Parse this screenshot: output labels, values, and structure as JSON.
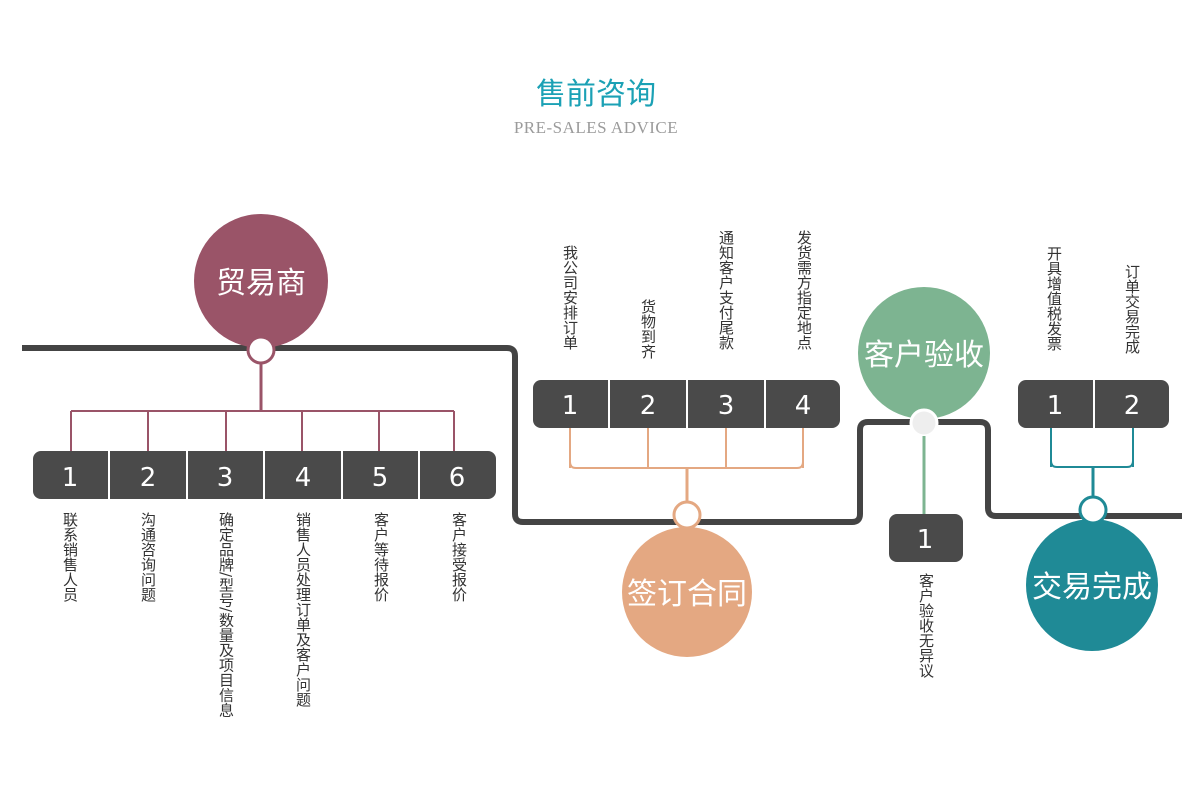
{
  "header": {
    "title": "售前咨询",
    "subtitle": "PRE-SALES ADVICE"
  },
  "colors": {
    "track": "#444444",
    "trader": "#9a5468",
    "contract": "#e4a882",
    "acceptance": "#7db491",
    "complete": "#1f8a96",
    "box": "#4a4a4a",
    "title": "#1ba1b5",
    "subtitle": "#9b9b9b",
    "text": "#333333"
  },
  "stages": {
    "trader": {
      "label": "贸易商",
      "steps": [
        {
          "num": "1",
          "desc": "联系销售人员"
        },
        {
          "num": "2",
          "desc": "沟通咨询问题"
        },
        {
          "num": "3",
          "desc": "确定品牌/型号/数量及项目信息"
        },
        {
          "num": "4",
          "desc": "销售人员处理订单及客户问题"
        },
        {
          "num": "5",
          "desc": "客户等待报价"
        },
        {
          "num": "6",
          "desc": "客户接受报价"
        }
      ]
    },
    "contract": {
      "label": "签订合同",
      "steps": [
        {
          "num": "1",
          "desc": "我公司安排订单"
        },
        {
          "num": "2",
          "desc": "货物到齐"
        },
        {
          "num": "3",
          "desc": "通知客户支付尾款"
        },
        {
          "num": "4",
          "desc": "发货需方指定地点"
        }
      ]
    },
    "acceptance": {
      "label": "客户验收",
      "steps": [
        {
          "num": "1",
          "desc": "客户验收无异议"
        }
      ]
    },
    "complete": {
      "label": "交易完成",
      "steps": [
        {
          "num": "1",
          "desc": "开具增值税发票"
        },
        {
          "num": "2",
          "desc": "订单交易完成"
        }
      ]
    }
  }
}
